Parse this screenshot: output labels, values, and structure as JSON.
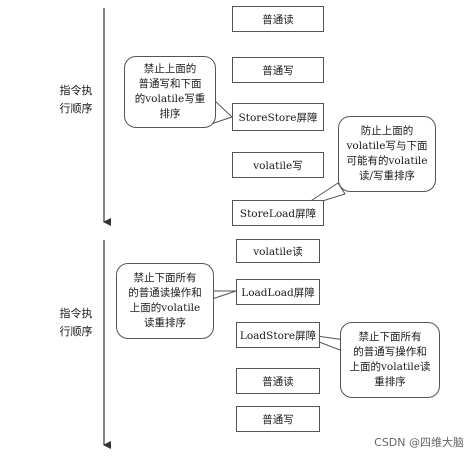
{
  "steps_top": [
    "普通读",
    "普通写",
    "StoreStore屏障",
    "volatile写",
    "StoreLoad屏障"
  ],
  "steps_bottom": [
    "volatile读",
    "LoadLoad屏障",
    "LoadStore屏障",
    "普通读",
    "普通写"
  ],
  "labels": {
    "top_side": "指令执\n行顺序",
    "bottom_side": "指令执\n行顺序"
  },
  "notes": {
    "storestore": "禁止上面的\n普通写和下面\n的volatile写重\n排序",
    "storeload": "防止上面的\nvolatile写与下面\n可能有的volatile\n读/写重排序",
    "loadload": "禁止下面所有\n的普通读操作和\n上面的volatile\n读重排序",
    "loadstore": "禁止下面所有\n的普通写操作和\n上面的volatile读\n重排序"
  },
  "watermark": "CSDN @四维大脑"
}
